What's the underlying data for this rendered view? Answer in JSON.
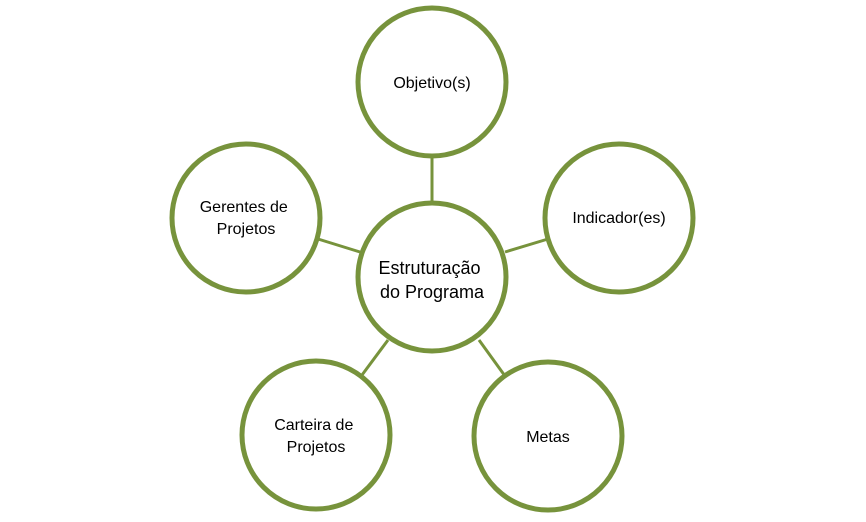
{
  "diagram": {
    "accent_color": "#77933c",
    "center": {
      "lines": [
        "Estruturação",
        "do Programa"
      ]
    },
    "nodes": [
      {
        "id": "objetivos",
        "lines": [
          "Objetivo(s)"
        ]
      },
      {
        "id": "indicadores",
        "lines": [
          "Indicador(es)"
        ]
      },
      {
        "id": "metas",
        "lines": [
          "Metas"
        ]
      },
      {
        "id": "carteira",
        "lines": [
          "Carteira de",
          "Projetos"
        ]
      },
      {
        "id": "gerentes",
        "lines": [
          "Gerentes de",
          "Projetos"
        ]
      }
    ]
  }
}
